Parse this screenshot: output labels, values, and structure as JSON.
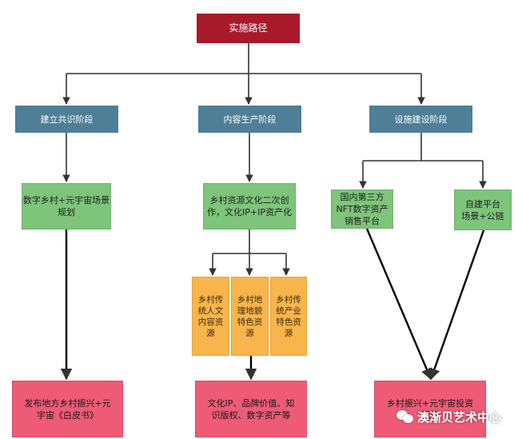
{
  "diagram": {
    "root": "实施路径",
    "stages": [
      {
        "label": "建立共识阶段"
      },
      {
        "label": "内容生产阶段"
      },
      {
        "label": "设施建设阶段"
      }
    ],
    "consensus": {
      "step": "数字乡村+元宇宙场景\n规划",
      "result": "发布地方乡村振兴+元\n宇宙《白皮书》"
    },
    "content": {
      "step": "乡村资源文化二次创\n作，文化IP+IP资产化",
      "resources": [
        "乡村传\n统人文\n内容资\n源",
        "乡村地\n理地貌\n特色资\n源",
        "乡村传\n统产业\n特色资\n源"
      ],
      "result": "文化IP、品牌价值、知\n识版权、数字资产等"
    },
    "infrastructure": {
      "platform_domestic": "国内第三方\nNFT数字资产\n销售平台",
      "platform_self": "自建平台\n场景+公链",
      "result": "乡村振兴+元宇宙投资\n板块"
    },
    "colors": {
      "root": "#a8192a",
      "stage": "#4e7f96",
      "step": "#7ec47a",
      "resource": "#f7b54b",
      "result": "#ee5b76",
      "edge": "#333333"
    }
  },
  "watermark": {
    "text": "澳渐贝艺术中心",
    "icon": "wechat-icon"
  }
}
